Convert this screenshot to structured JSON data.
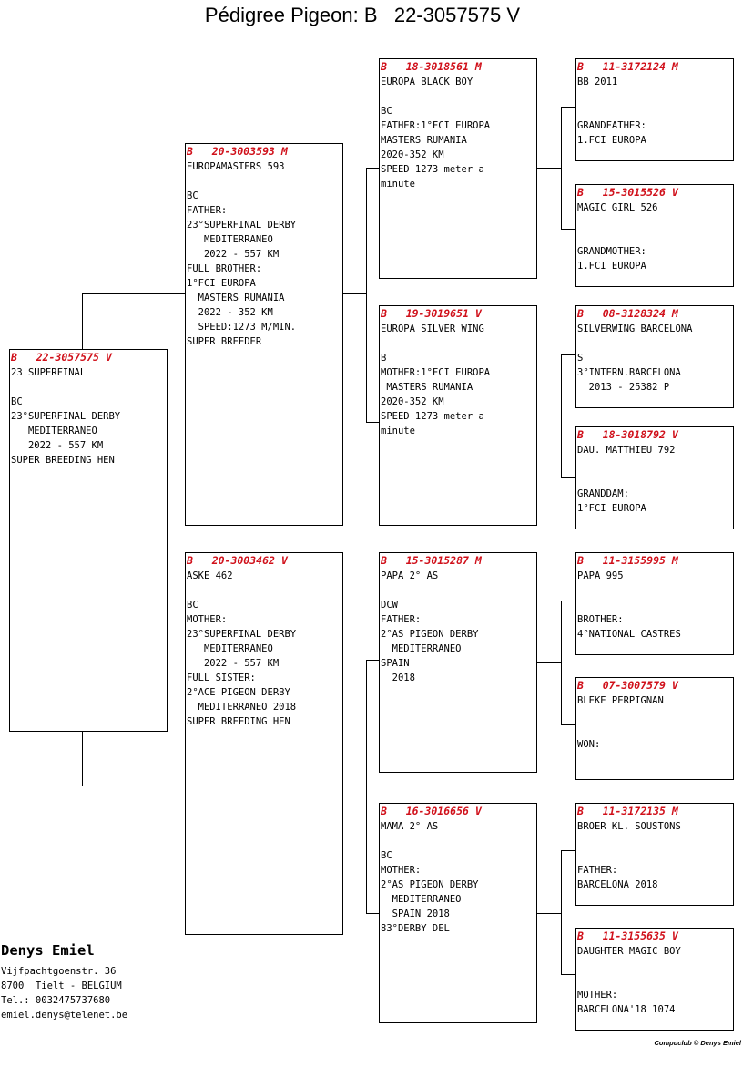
{
  "title": "Pédigree Pigeon: B   22-3057575 V",
  "subject": {
    "header": "B   22-3057575 V",
    "body": "23 SUPERFINAL\n\nBC\n23°SUPERFINAL DERBY\n   MEDITERRANEO\n   2022 - 557 KM\nSUPER BREEDING HEN"
  },
  "father": {
    "header": "B   20-3003593 M",
    "body": "EUROPAMASTERS 593\n\nBC\nFATHER:\n23°SUPERFINAL DERBY\n   MEDITERRANEO\n   2022 - 557 KM\nFULL BROTHER:\n1°FCI EUROPA\n  MASTERS RUMANIA\n  2022 - 352 KM\n  SPEED:1273 M/MIN.\nSUPER BREEDER"
  },
  "mother": {
    "header": "B   20-3003462 V",
    "body": "ASKE 462\n\nBC\nMOTHER:\n23°SUPERFINAL DERBY\n   MEDITERRANEO\n   2022 - 557 KM\nFULL SISTER:\n2°ACE PIGEON DERBY\n  MEDITERRANEO 2018\nSUPER BREEDING HEN"
  },
  "ff": {
    "header": "B   18-3018561 M",
    "body": "EUROPA BLACK BOY\n\nBC\nFATHER:1°FCI EUROPA\nMASTERS RUMANIA\n2020-352 KM\nSPEED 1273 meter a\nminute"
  },
  "fm": {
    "header": "B   19-3019651 V",
    "body": "EUROPA SILVER WING\n\nB\nMOTHER:1°FCI EUROPA\n MASTERS RUMANIA\n2020-352 KM\nSPEED 1273 meter a\nminute"
  },
  "mf": {
    "header": "B   15-3015287 M",
    "body": "PAPA 2° AS\n\nDCW\nFATHER:\n2°AS PIGEON DERBY\n  MEDITERRANEO\nSPAIN\n  2018"
  },
  "mm": {
    "header": "B   16-3016656 V",
    "body": "MAMA 2° AS\n\nBC\nMOTHER:\n2°AS PIGEON DERBY\n  MEDITERRANEO\n  SPAIN 2018\n83°DERBY DEL"
  },
  "fff": {
    "header": "B   11-3172124 M",
    "body": "BB 2011\n\n\nGRANDFATHER:\n1.FCI EUROPA"
  },
  "ffm": {
    "header": "B   15-3015526 V",
    "body": "MAGIC GIRL 526\n\n\nGRANDMOTHER:\n1.FCI EUROPA"
  },
  "fmf": {
    "header": "B   08-3128324 M",
    "body": "SILVERWING BARCELONA\n\nS\n3°INTERN.BARCELONA\n  2013 - 25382 P"
  },
  "fmm": {
    "header": "B   18-3018792 V",
    "body": "DAU. MATTHIEU 792\n\n\nGRANDDAM:\n1°FCI EUROPA"
  },
  "mff": {
    "header": "B   11-3155995 M",
    "body": "PAPA 995\n\n\nBROTHER:\n4°NATIONAL CASTRES"
  },
  "mfm": {
    "header": "B   07-3007579 V",
    "body": "BLEKE PERPIGNAN\n\n\nWON:"
  },
  "mmf": {
    "header": "B   11-3172135 M",
    "body": "BROER KL. SOUSTONS\n\n\nFATHER:\nBARCELONA 2018"
  },
  "mmm": {
    "header": "B   11-3155635 V",
    "body": "DAUGHTER MAGIC BOY\n\n\nMOTHER:\nBARCELONA'18 1074"
  },
  "owner": {
    "name": "Denys Emiel",
    "street": "Vijfpachtgoenstr. 36",
    "city": "8700  Tielt - BELGIUM",
    "tel": "Tel.: 0032475737680",
    "email": "emiel.denys@telenet.be"
  },
  "credit": "Compuclub © Denys Emiel"
}
